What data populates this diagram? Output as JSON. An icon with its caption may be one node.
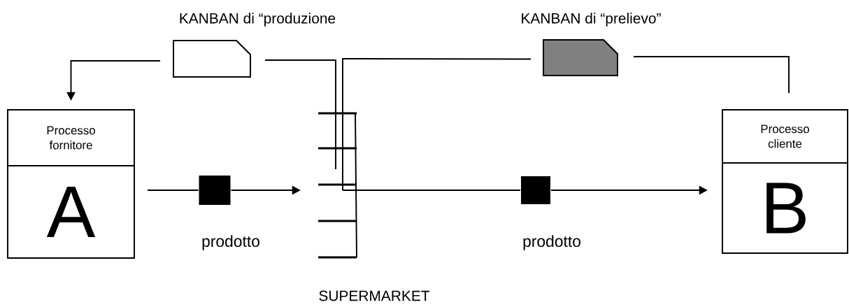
{
  "diagram": {
    "nodes": [
      {
        "text": [
          "Processo fornitore",
          "A"
        ]
      },
      {
        "text": [
          "Processo cliente",
          "B"
        ]
      },
      {
        "text": [
          "KANBAN di “produzione"
        ]
      },
      {
        "text": [
          "KANBAN di “prelievo”"
        ]
      },
      {
        "text": [
          "SUPERMARKET"
        ]
      },
      {
        "text": [],
        "shape": "box",
        "beside": [
          "prodotto"
        ]
      },
      {
        "text": [],
        "shape": "box",
        "beside": [
          "prodotto"
        ]
      }
    ],
    "edges": [
      {
        "from": 2,
        "to": 0,
        "arrow": "to"
      },
      {
        "from": 4,
        "to": 2,
        "arrow": "none"
      },
      {
        "from": 3,
        "to": 4,
        "arrow": "none"
      },
      {
        "from": 1,
        "to": 3,
        "arrow": "none"
      },
      {
        "from": 0,
        "to": 5,
        "arrow": "none"
      },
      {
        "from": 5,
        "to": 4,
        "arrow": "to"
      },
      {
        "from": 4,
        "to": 6,
        "arrow": "none"
      },
      {
        "from": 6,
        "to": 1,
        "arrow": "to"
      }
    ]
  }
}
